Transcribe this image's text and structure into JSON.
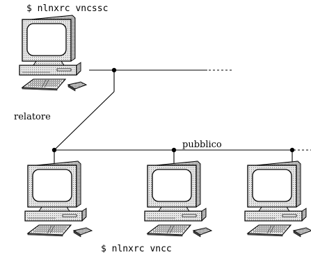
{
  "diagram": {
    "top_command": "$ nlnxrc vncssc",
    "bottom_command": "$ nlnxrc vncc",
    "speaker_label": "relatore",
    "audience_label": "pubblico"
  },
  "computers": [
    {
      "role": "speaker"
    },
    {
      "role": "audience"
    },
    {
      "role": "audience"
    },
    {
      "role": "audience"
    }
  ]
}
